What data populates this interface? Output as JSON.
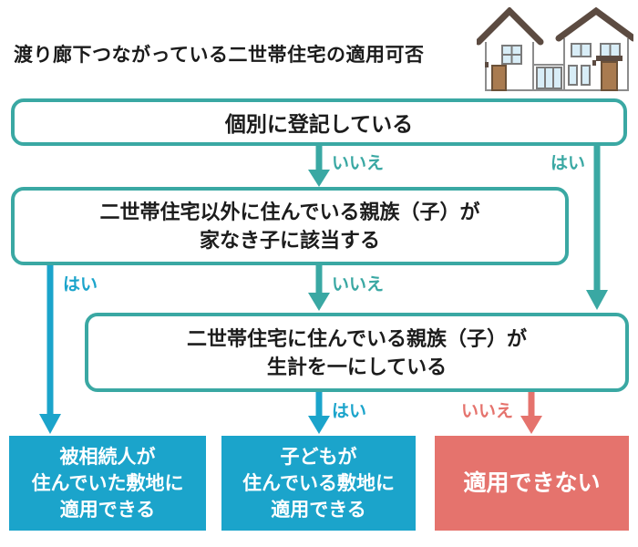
{
  "title": "渡り廊下つながっている二世帯住宅の適用可否",
  "colors": {
    "teal_line": "#3aa8a3",
    "blue_result": "#1ba4cb",
    "red_result": "#e5736d",
    "title_text": "#1b1b1b",
    "box_text": "#1c1c1c",
    "result_text": "#ffffff"
  },
  "flowchart": {
    "question1": {
      "text": "個別に登記している"
    },
    "question2": {
      "line1": "二世帯住宅以外に住んでいる親族（子）が",
      "line2": "家なき子に該当する"
    },
    "question3": {
      "line1": "二世帯住宅に住んでいる親族（子）が",
      "line2": "生計を一にしている"
    },
    "edges": {
      "q1_no": "いいえ",
      "q1_yes": "はい",
      "q2_yes": "はい",
      "q2_no": "いいえ",
      "q3_yes": "はい",
      "q3_no": "いいえ"
    },
    "result1": {
      "line1": "被相続人が",
      "line2": "住んでいた敷地に",
      "line3": "適用できる"
    },
    "result2": {
      "line1": "子どもが",
      "line2": "住んでいる敷地に",
      "line3": "適用できる"
    },
    "result3": {
      "text": "適用できない"
    }
  },
  "icons": {
    "house": "two-houses-connected-by-corridor"
  }
}
